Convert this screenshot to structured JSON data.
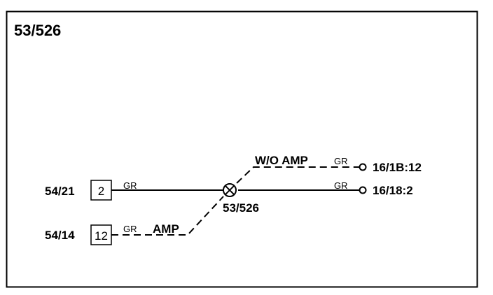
{
  "title": "53/526",
  "connectors": {
    "top_left": {
      "label": "54/21",
      "pin": "2"
    },
    "bottom_left": {
      "label": "54/14",
      "pin": "12"
    }
  },
  "splice": {
    "label": "53/526"
  },
  "wires": {
    "top_left_color": "GR",
    "bottom_left_color": "GR",
    "bottom_left_option": "AMP",
    "upper_right_option": "W/O AMP",
    "upper_right_color": "GR",
    "right_color": "GR"
  },
  "terminals": {
    "upper_right": "16/1B:12",
    "right": "16/18:2"
  },
  "colors": {
    "line": "#000000",
    "background": "#ffffff"
  }
}
